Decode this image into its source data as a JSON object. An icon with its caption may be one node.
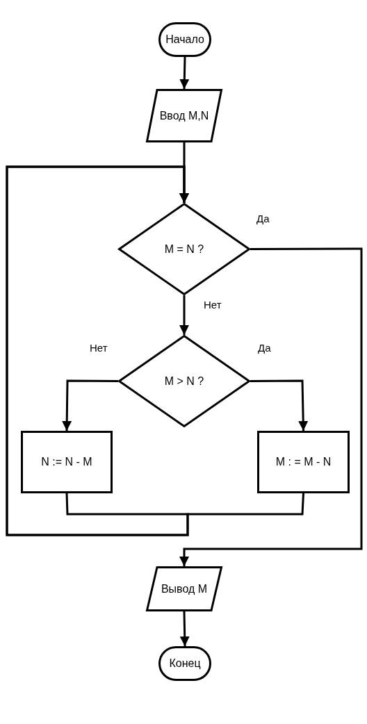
{
  "diagram": {
    "nodes": [
      {
        "text": [
          "Начало"
        ]
      },
      {
        "text": [
          "Ввод M,N"
        ]
      },
      {
        "text": [
          "M = N ?"
        ]
      },
      {
        "text": [
          "M > N ?"
        ]
      },
      {
        "text": [
          "N := N - M"
        ]
      },
      {
        "text": [
          "M : = M - N"
        ]
      },
      {
        "text": [
          "Вывод M"
        ]
      },
      {
        "text": [
          "Конец"
        ]
      }
    ],
    "edges": [
      {
        "from": 0,
        "to": 1,
        "arrow": "to"
      },
      {
        "from": 1,
        "to": 2,
        "arrow": "to"
      },
      {
        "from": 2,
        "to": 6,
        "arrow": "to",
        "label": "Да"
      },
      {
        "from": 2,
        "to": 3,
        "arrow": "to",
        "label": "Нет"
      },
      {
        "from": 3,
        "to": 4,
        "arrow": "to",
        "label": "Нет"
      },
      {
        "from": 3,
        "to": 5,
        "arrow": "to",
        "label": "Да"
      },
      {
        "from": 4,
        "to": 2,
        "arrow": "to"
      },
      {
        "from": 5,
        "to": 2,
        "arrow": "to"
      },
      {
        "from": 6,
        "to": 7,
        "arrow": "to"
      }
    ]
  }
}
